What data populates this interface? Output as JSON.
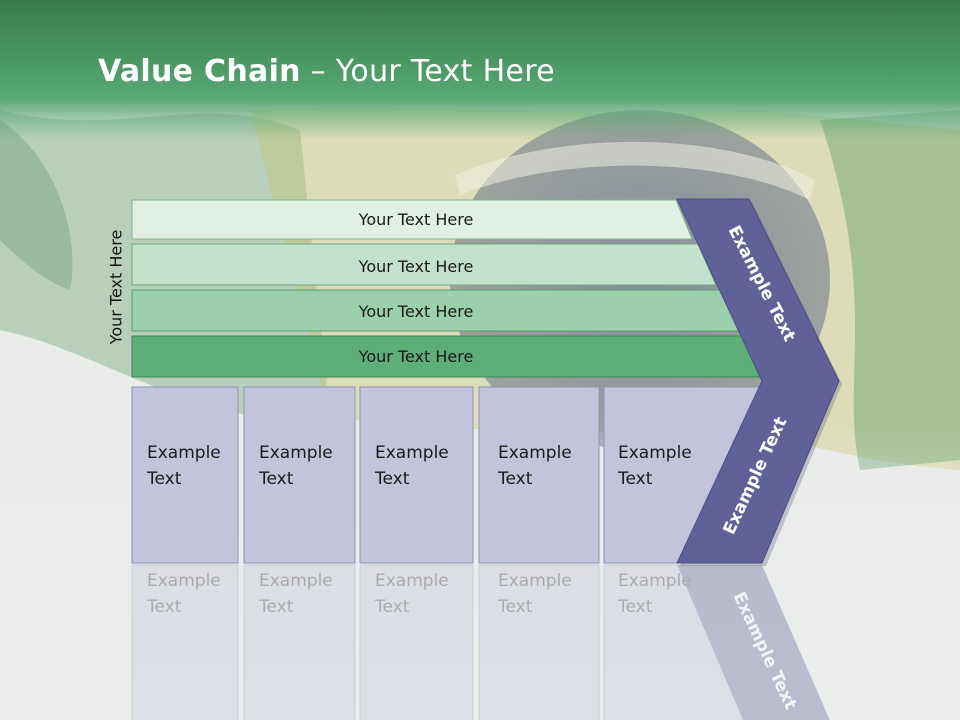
{
  "title": {
    "bold": "Value Chain",
    "rest": " – Your Text Here"
  },
  "side_label": "Your Text Here",
  "bars": [
    {
      "label": "Your Text Here",
      "color": "#e1efe5"
    },
    {
      "label": "Your Text Here",
      "color": "#c2e2cd"
    },
    {
      "label": "Your Text Here",
      "color": "#9ccfac"
    },
    {
      "label": "Your Text Here",
      "color": "#5eae77"
    }
  ],
  "boxes": [
    {
      "line1": "Example",
      "line2": "Text"
    },
    {
      "line1": "Example",
      "line2": "Text"
    },
    {
      "line1": "Example",
      "line2": "Text"
    },
    {
      "line1": "Example",
      "line2": "Text"
    },
    {
      "line1": "Example",
      "line2": "Text"
    }
  ],
  "chevron": {
    "upper_label": "Example Text",
    "lower_label": "Example Text",
    "color": "#5f6198"
  },
  "colors": {
    "box_fill": "#c3c4db",
    "box_border": "#8f93b3",
    "title_green": "#3e8852"
  }
}
